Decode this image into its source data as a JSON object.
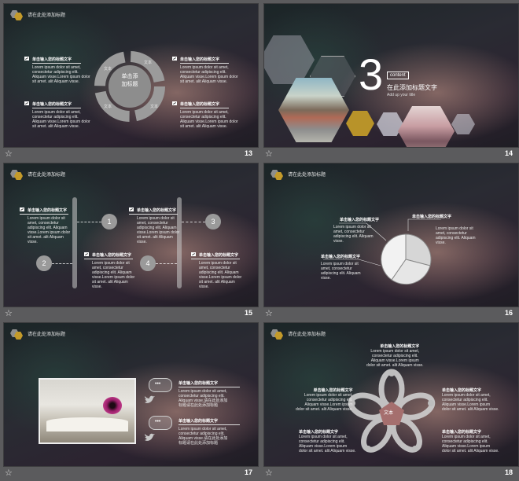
{
  "colors": {
    "gray_hex": "#8e8e8e",
    "gold_hex": "#c49a2a",
    "pink": "#a56f6e",
    "magenta": "#9a1f6a"
  },
  "icons": [
    "star-icon",
    "hexagon-icon",
    "chat-bubble-icon",
    "twitter-bird-icon",
    "checkbox-icon"
  ],
  "header_title": "请在此处添加标题",
  "s13": {
    "number": "13",
    "center_text": "单击添\n加标题",
    "ring_labels": [
      "文本",
      "文本",
      "文本",
      "文本"
    ],
    "items": [
      {
        "title": "单击输入您的标题文字",
        "body": [
          "Lorem ipsum dolor sit amet,",
          "consectetur adipiscing elit.",
          "Aliquam visse.Lorem ipsum dolor",
          "sit amet. alit Aliquam visse."
        ]
      },
      {
        "title": "单击输入您的标题文字",
        "body": [
          "Lorem ipsum dolor sit amet,",
          "consectetur adipiscing elit.",
          "Aliquam visse.Lorem ipsum dolor",
          "sit amet. alit Aliquam visse."
        ]
      },
      {
        "title": "单击输入您的标题文字",
        "body": [
          "Lorem ipsum dolor sit amet,",
          "consectetur adipiscing elit.",
          "Aliquam visse.Lorem ipsum dolor",
          "sit amet. alit Aliquam visse."
        ]
      },
      {
        "title": "单击输入您的标题文字",
        "body": [
          "Lorem ipsum dolor sit amet,",
          "consectetur adipiscing elit.",
          "Aliquam visse.Lorem ipsum dolor",
          "sit amet. alit Aliquam visse."
        ]
      }
    ]
  },
  "s14": {
    "number": "14",
    "big_number": "3",
    "content_label": "content",
    "title_cn": "在此添加标题文字",
    "subtitle_en": "Add up your title"
  },
  "s15": {
    "number": "15",
    "circles": [
      "1",
      "2",
      "3",
      "4"
    ],
    "items": [
      {
        "title": "单击输入您的标题文字",
        "body": [
          "Lorem ipsum dolor sit",
          "amet, consectetur",
          "adipiscing elit. Aliquam",
          "visse.Lorem ipsum dolor",
          "sit amet. alit Aliquam",
          "visse."
        ]
      },
      {
        "title": "单击输入您的标题文字",
        "body": [
          "Lorem ipsum dolor sit",
          "amet, consectetur",
          "adipiscing elit. Aliquam",
          "visse.Lorem ipsum dolor",
          "sit amet. alit Aliquam",
          "visse."
        ]
      },
      {
        "title": "单击输入您的标题文字",
        "body": [
          "Lorem ipsum dolor sit",
          "amet, consectetur",
          "adipiscing elit. Aliquam",
          "visse.Lorem ipsum dolor",
          "sit amet. alit Aliquam",
          "visse."
        ]
      },
      {
        "title": "单击输入您的标题文字",
        "body": [
          "Lorem ipsum dolor sit",
          "amet, consectetur",
          "adipiscing elit. Aliquam",
          "visse.Lorem ipsum dolor",
          "sit amet. alit Aliquam",
          "visse."
        ]
      }
    ]
  },
  "s16": {
    "number": "16",
    "items": [
      {
        "title": "单击输入您的标题文字",
        "body": [
          "Lorem ipsum dolor sit",
          "amet, consectetur",
          "adipiscing elit. Aliquam",
          "visse."
        ]
      },
      {
        "title": "单击输入您的标题文字",
        "body": [
          "Lorem ipsum dolor sit",
          "amet, consectetur",
          "adipiscing elit. Aliquam",
          "visse."
        ]
      },
      {
        "title": "单击输入您的标题文字",
        "body": [
          "Lorem ipsum dolor sit",
          "amet, consectetur",
          "adipiscing elit. Aliquam",
          "visse."
        ]
      }
    ]
  },
  "s17": {
    "number": "17",
    "bubbles": [
      "•••",
      "•••"
    ],
    "items": [
      {
        "title": "单击输入您的标题文字",
        "body": [
          "Lorem ipsum dolor sit amet,",
          "consectetur adipiscing elit.",
          "Aliquam visse.请在此处添加",
          "标题请在此处添加标题"
        ]
      },
      {
        "title": "单击输入您的标题文字",
        "body": [
          "Lorem ipsum dolor sit amet,",
          "consectetur adipiscing elit.",
          "Aliquam visse.请在此处添加",
          "标题请在此处添加标题"
        ]
      }
    ]
  },
  "s18": {
    "number": "18",
    "center_text": "文本",
    "items": [
      {
        "title": "单击输入您的标题文字",
        "body": [
          "Lorem ipsum dolor sit amet,",
          "consectetur adipiscing elit.",
          "Aliquam visse.Lorem ipsum",
          "dolor sit amet. alit Aliquam visse."
        ]
      },
      {
        "title": "单击输入您的标题文字",
        "body": [
          "Lorem ipsum dolor sit amet,",
          "consectetur adipiscing elit.",
          "Aliquam visse.Lorem ipsum",
          "dolor sit amet. alit Aliquam visse."
        ]
      },
      {
        "title": "单击输入您的标题文字",
        "body": [
          "Lorem ipsum dolor sit amet,",
          "consectetur adipiscing elit.",
          "Aliquam visse.Lorem ipsum",
          "dolor sit amet. alit Aliquam visse."
        ]
      },
      {
        "title": "单击输入您的标题文字",
        "body": [
          "Lorem ipsum dolor sit amet,",
          "consectetur adipiscing elit.",
          "Aliquam visse.Lorem ipsum",
          "dolor sit amet. alit Aliquam visse."
        ]
      },
      {
        "title": "单击输入您的标题文字",
        "body": [
          "Lorem ipsum dolor sit amet,",
          "consectetur adipiscing elit.",
          "Aliquam visse.Lorem ipsum",
          "dolor sit amet. alit Aliquam visse."
        ]
      }
    ]
  }
}
